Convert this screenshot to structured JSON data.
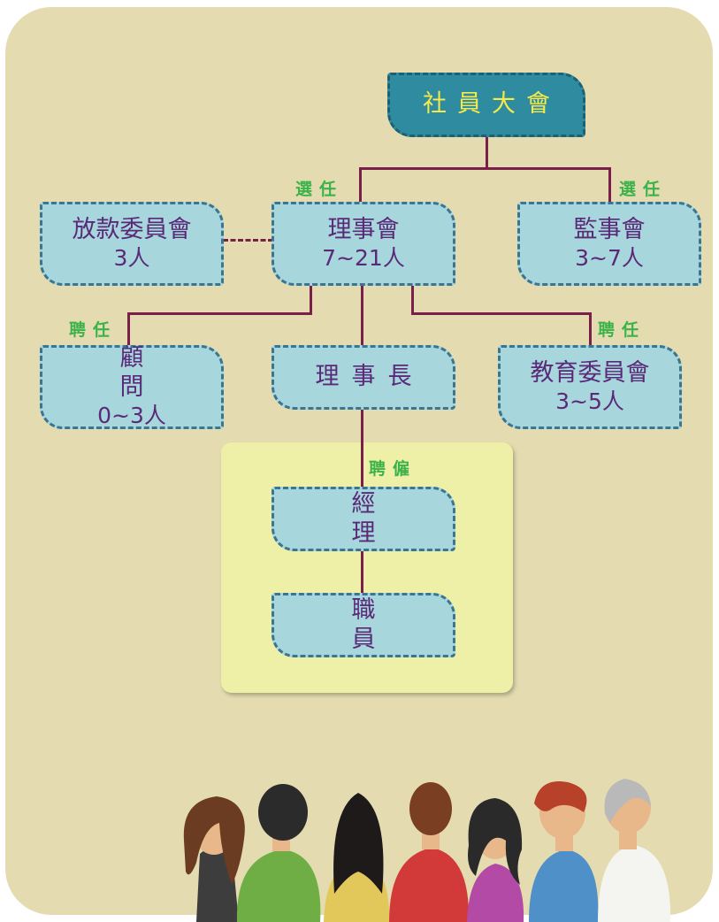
{
  "nodes": {
    "assembly": {
      "line1": "社員大會"
    },
    "lending": {
      "line1": "放款委員會",
      "line2": "3人"
    },
    "board": {
      "line1": "理事會",
      "line2": "7~21人"
    },
    "supervisors": {
      "line1": "監事會",
      "line2": "3~7人"
    },
    "advisor": {
      "line1": "顧問",
      "line2": "0~3人"
    },
    "chair": {
      "line1": "理事長"
    },
    "education": {
      "line1": "教育委員會",
      "line2": "3~5人"
    },
    "manager": {
      "line1": "經理"
    },
    "staff": {
      "line1": "職員"
    }
  },
  "labels": {
    "elect_left": "選任",
    "elect_right": "選任",
    "appoint_left": "聘任",
    "appoint_right": "聘任",
    "hire": "聘僱"
  },
  "colors": {
    "background": "#e4dcb0",
    "highlight_area": "#eef0a8",
    "node_fill": "#a7d6dc",
    "node_border": "#3a7591",
    "top_node_fill": "#2f8ca0",
    "top_node_text": "#f6e94a",
    "node_text": "#5a2a78",
    "connector": "#7a1f4a",
    "label_text": "#3cb24a"
  }
}
